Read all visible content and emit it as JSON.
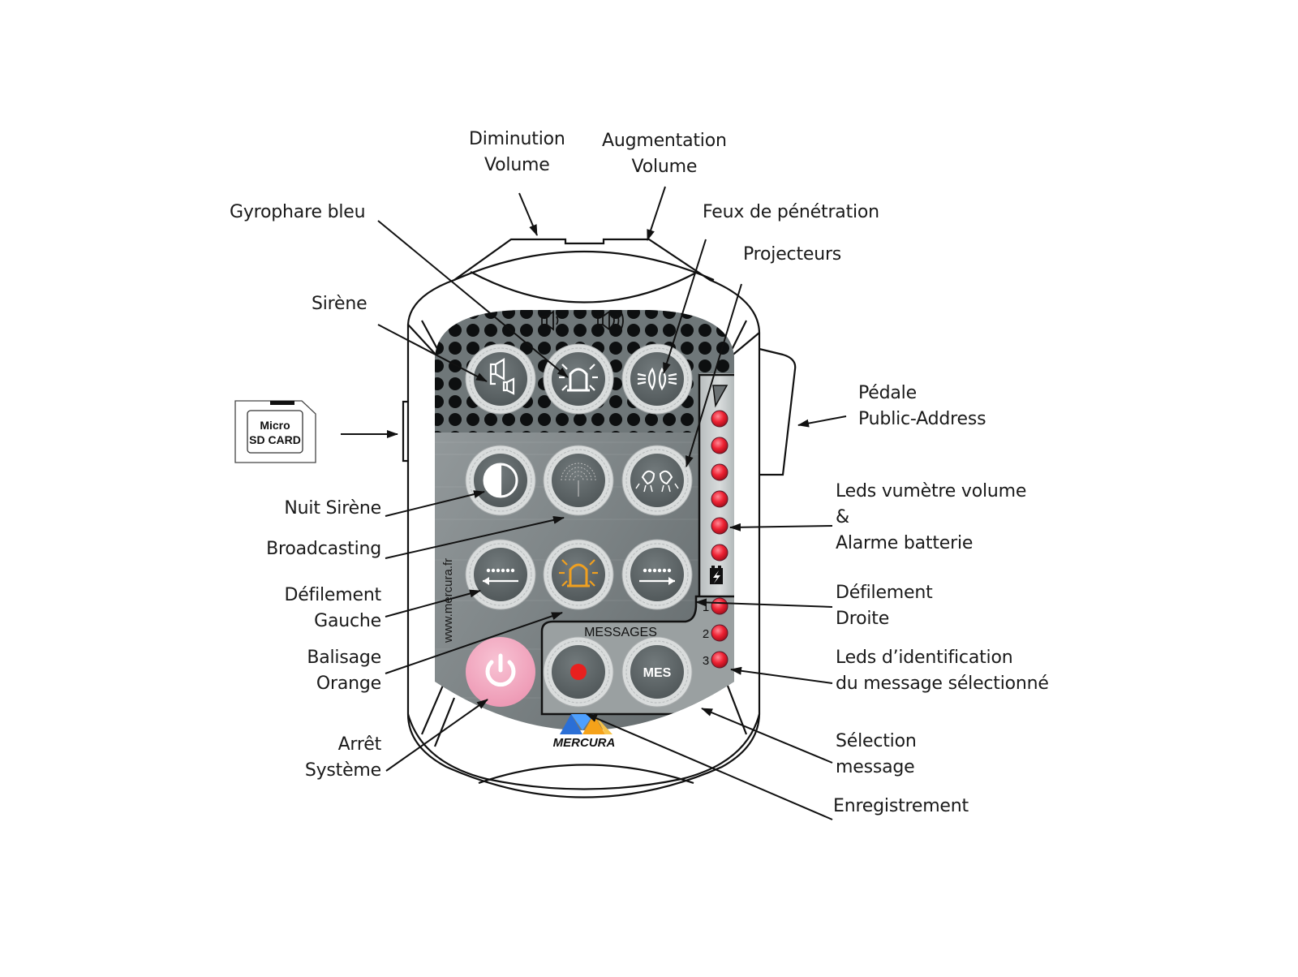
{
  "diagram": {
    "device": "Mercura siren control unit",
    "brand": "MERCURA",
    "website": "www.mercura.fr",
    "sd_card": {
      "line1": "Micro",
      "line2": "SD CARD"
    },
    "messages_panel_title": "MESSAGES",
    "message_button_label": "MES",
    "message_led_numbers": [
      "1",
      "2",
      "3"
    ],
    "colors": {
      "panel_dark": "#4a5356",
      "panel_metal": "#8a9092",
      "button_ring": "#d9dcdc",
      "button_face": "#5d6466",
      "led_red": "#ee2233",
      "power_pink": "#f2a7bf",
      "beacon_orange": "#f0a020",
      "record_red": "#e8201f",
      "logo_blue": "#2b6fd6",
      "logo_orange": "#f5a21a"
    }
  },
  "labels": {
    "diminution_volume": [
      "Diminution",
      "Volume"
    ],
    "augmentation_volume": [
      "Augmentation",
      "Volume"
    ],
    "gyrophare_bleu": [
      "Gyrophare bleu"
    ],
    "feux_penetration": [
      "Feux de pénétration"
    ],
    "projecteurs": [
      "Projecteurs"
    ],
    "sirene": [
      "Sirène"
    ],
    "pedale": [
      "Pédale",
      "Public-Address"
    ],
    "nuit_sirene": [
      "Nuit Sirène"
    ],
    "broadcasting": [
      "Broadcasting"
    ],
    "leds_vumetre": [
      "Leds vumètre volume",
      "&",
      "Alarme batterie"
    ],
    "defilement_gauche": [
      "Défilement",
      "Gauche"
    ],
    "defilement_droite": [
      "Défilement",
      "Droite"
    ],
    "balisage_orange": [
      "Balisage",
      "Orange"
    ],
    "leds_identification": [
      "Leds d’identification",
      "du message sélectionné"
    ],
    "arret_systeme": [
      "Arrêt",
      "Système"
    ],
    "selection_message": [
      "Sélection",
      "message"
    ],
    "enregistrement": [
      "Enregistrement"
    ]
  }
}
